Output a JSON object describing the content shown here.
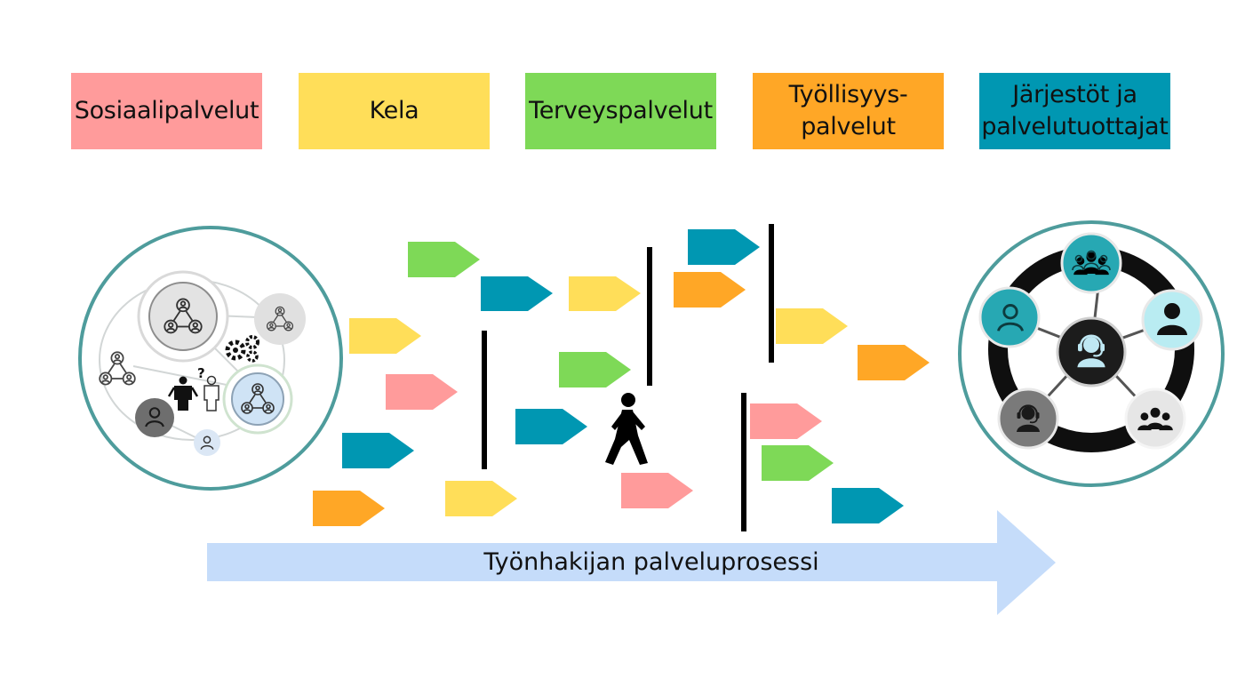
{
  "legend": [
    {
      "key": "sosiaali",
      "label": "Sosiaalipalvelut",
      "color": "#FF9B9B"
    },
    {
      "key": "kela",
      "label": "Kela",
      "color": "#FFDE59"
    },
    {
      "key": "terveys",
      "label": "Terveyspalvelut",
      "color": "#7ED957"
    },
    {
      "key": "tyollisyys",
      "label": "Työllisyys-\npalvelut",
      "color": "#FFA726"
    },
    {
      "key": "jarjestot",
      "label": "Järjestöt ja\npalvelutuottajat",
      "color": "#0097B2"
    }
  ],
  "process": {
    "label": "Työnhakijan palveluprosessi",
    "color": "#C5DCFA"
  },
  "colors": {
    "circle_ring": "#4E9C9C",
    "barrier": "#000000"
  },
  "icons": {
    "left_cluster": "fragmented-network-icon",
    "walker": "walking-person-icon",
    "right_hub": "service-hub-icon"
  }
}
